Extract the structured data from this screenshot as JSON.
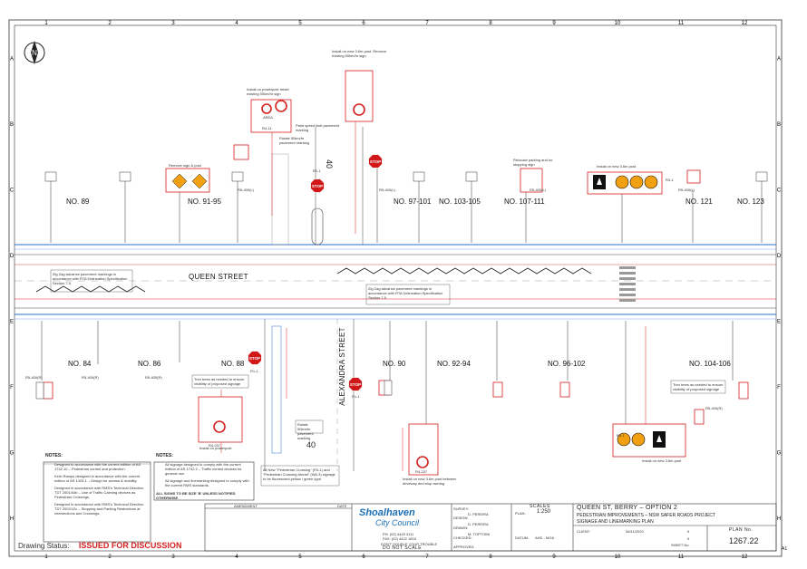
{
  "grid": {
    "columns": [
      "1",
      "2",
      "3",
      "4",
      "5",
      "6",
      "7",
      "8",
      "9",
      "10",
      "11",
      "12"
    ],
    "rows": [
      "A",
      "B",
      "C",
      "D",
      "E",
      "F",
      "G",
      "H"
    ]
  },
  "street_labels": {
    "queen": "QUEEN STREET",
    "alexandra": "ALEXANDRA STREET"
  },
  "lots_north": [
    "NO. 89",
    "NO. 91-95",
    "NO. 97-101",
    "NO. 103-105",
    "NO. 107-111",
    "NO. 121",
    "NO. 123"
  ],
  "lots_south": [
    "NO. 84",
    "NO. 86",
    "NO. 88",
    "NO. 90",
    "NO. 92-94",
    "NO. 96-102",
    "NO. 104-106"
  ],
  "signs": {
    "stop": "STOP",
    "r1_1": "R1-1",
    "r4_237": "R4-237",
    "r4_11": "R4-11",
    "r5_400l": "R5-400(L)",
    "r5_400r": "R5-400(R)",
    "r3_1": "R3-1",
    "speed_40": "40",
    "area": "AREA",
    "limit_40": "40"
  },
  "callouts": {
    "install_post_top": "Install on new 3.6m post. Remove existing 50km/hr sign",
    "install_powerpole_top": "Install on powerpole retain existing 50km/hr sign",
    "remove_sign": "Remove sign & post",
    "paint_speed": "Paint speed limit pavement marking",
    "rotate_50": "Rotate 50km/hr pavement marking",
    "relocate_parking": "Relocate parking and no stopping sign",
    "install_post_c": "Install on new 3.6m post",
    "zigzag_1": "Zig Zag advance pavement markings in accordance with RTA Delineation Specification Section 7.5",
    "zigzag_2": "Zig Zag advance pavement markings in accordance with RTA Delineation Specification Section 7.5",
    "trim_trees_1": "Trim trees as needed to ensure visibility of proposed signage",
    "trim_trees_2": "Trim trees as needed to ensure visibility of proposed signage",
    "install_powerpole_bottom": "Install on powerpole",
    "rotate_50_bottom": "Rotate 50km/hr pavement marking",
    "new_ped_signs": "All New \"Pedestrian Crossing\" (R3-1) and \"Pedestrian Crossing Ahead\" (W6-3) signage to be fluorescent yellow / green type.",
    "install_post_bottom": "Install on new 3.6m post between driveway and stop awning",
    "install_post_right": "Install on new 3.6m post"
  },
  "notes_left": {
    "title": "NOTES:",
    "items": [
      "Designed to accordance with the current edition of AS 1742.10 – Pedestrian control and protection.",
      "Kerb Ramps designed in accordance with the current edition of AS 1428.1 – Design for access & mobility.",
      "Designed in accordance with RMS's Technical Direction TDT 2001/04b – Use of Traffic Calming devices as Pedestrian Crossings.",
      "Designed in accordance with RMS's Technical Direction TDT 2002/12c – Stopping and Parking Restrictions at Intersections and Crossings."
    ]
  },
  "notes_right": {
    "title": "NOTES:",
    "items": [
      "All signage designed to comply with the current edition of AS 1742.2 – Traffic control devices for general use.",
      "All signage and linemarking designed to comply with the current RMS standards."
    ],
    "footer": "ALL SIGNS TO BE SIZE 'B' UNLESS NOTIFIED OTHERWISE"
  },
  "drawing_status": {
    "label": "Drawing Status:",
    "value": "ISSUED FOR DISCUSSION"
  },
  "title_block": {
    "amendment_header": "AMENDMENT",
    "date_header": "DATE",
    "council_name_1": "Shoalhaven",
    "council_name_2": "City Council",
    "phone": "PH: (02) 4429 3111",
    "fax": "FAX: (02) 4422 1816",
    "dont_scale_1": "DON'T DOUBLE YOUR TROUBLE",
    "dont_scale_2": "DO NOT SCALE",
    "survey": "SURVEY:",
    "design": "DESIGN:",
    "drawn": "DRAWN:",
    "checked": "CHECKED:",
    "approved": "APPROVED:",
    "designer": "D. PEREIRA",
    "drawer": "D. PEREIRA",
    "checker": "M. TOPTOINI",
    "scales": "SCALES",
    "plan_label": "PLAN:",
    "plan_scale": "1:250",
    "datum": "DATUM:",
    "datum_value": "AHD - MGA",
    "date": "06/11/2020",
    "title_1": "QUEEN ST, BERRY – OPTION 2",
    "title_2": "PEDESTRIAN IMPROVEMENTS – NSW SAFER ROADS PROJECT",
    "title_3": "SIGNAGE AND LINEMARKING PLAN",
    "plan_no_label": "PLAN No.",
    "plan_no": "1267.22",
    "client": "CLIENT:",
    "sheet": "SHEET No.",
    "sheet_count": "9",
    "sheet_no": "9",
    "paper": "A1"
  },
  "colors": {
    "red": "#d61f1f",
    "blue": "#2b6fd6",
    "stop_red": "#d01818",
    "sign_orange": "#f0a010",
    "sign_green": "#2e8b3a",
    "council_blue": "#1a6fb5"
  }
}
